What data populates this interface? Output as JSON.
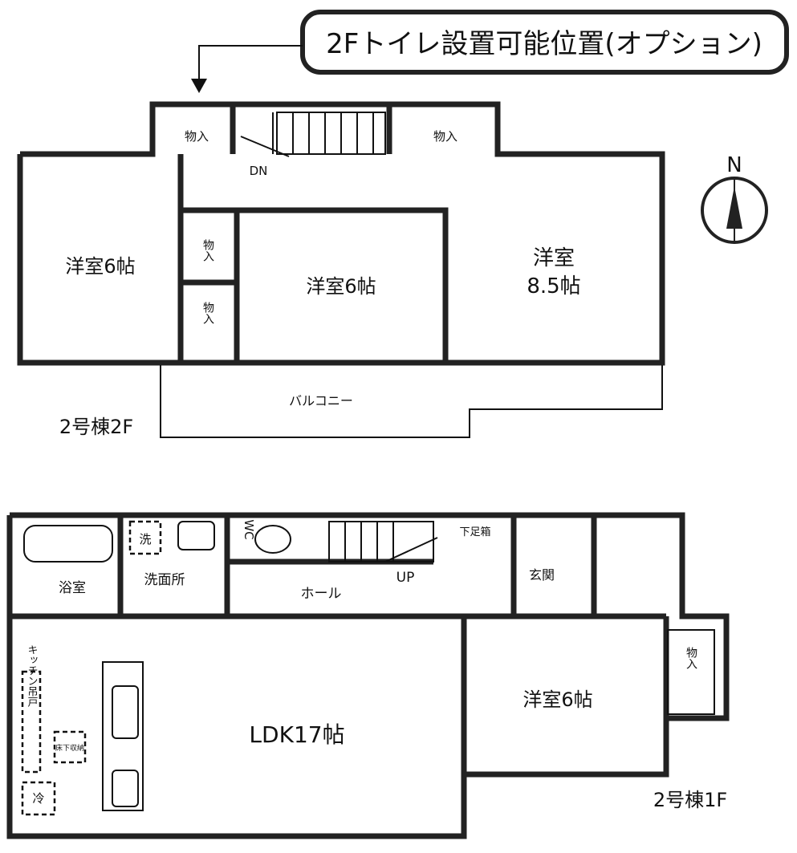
{
  "banner": "2Fトイレ設置可能位置(オプション)",
  "compass": {
    "label": "N"
  },
  "floor2": {
    "title": "2号棟2F",
    "rooms": {
      "west": "洋室6帖",
      "center": "洋室6帖",
      "east_line1": "洋室",
      "east_line2": "8.5帖",
      "closet_top_left": "物入",
      "closet_top_right": "物入",
      "closet_mid1": "物入",
      "closet_mid2": "物入",
      "stairs": "DN",
      "balcony": "バルコニー"
    }
  },
  "floor1": {
    "title": "2号棟1F",
    "rooms": {
      "bath": "浴室",
      "washroom": "洗面所",
      "washer": "洗",
      "wc": "WC",
      "hall": "ホール",
      "stairs": "UP",
      "shoe_box": "下足箱",
      "entrance": "玄関",
      "ldk": "LDK17帖",
      "bedroom": "洋室6帖",
      "closet": "物入",
      "kitchen_cabinet": "キッチン吊戸",
      "floor_storage": "床下収納",
      "fridge": "冷"
    }
  }
}
